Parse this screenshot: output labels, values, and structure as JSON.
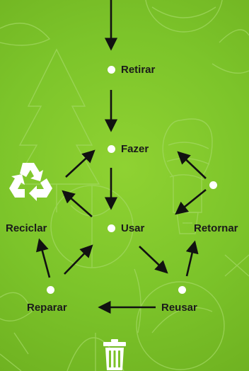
{
  "nodes": {
    "retirar": "Retirar",
    "fazer": "Fazer",
    "usar": "Usar",
    "reciclar": "Reciclar",
    "retornar": "Retornar",
    "reparar": "Reparar",
    "reusar": "Reusar"
  },
  "icons": {
    "recycle": "recycle-icon",
    "trash": "trash-can-icon"
  },
  "colors": {
    "background": "#7dc22a",
    "line_art": "#9ed65a",
    "arrow": "#111111",
    "node_dot": "#ffffff",
    "label": "#1a1a1a"
  }
}
